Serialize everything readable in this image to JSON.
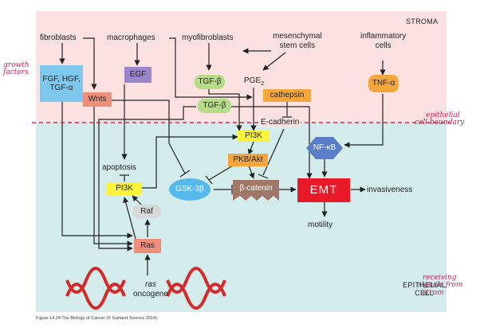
{
  "regions": {
    "stroma": "STROMA",
    "epithelial_cell": [
      "EPITHELIAL",
      "CELL"
    ]
  },
  "stroma_cells": {
    "fibroblasts": "fibroblasts",
    "macrophages": "macrophages",
    "myofibroblasts": "myofibroblasts",
    "mesenchymal_stem_cells": [
      "mesenchymal",
      "stem cells"
    ],
    "inflammatory_cells": [
      "inflammatory",
      "cells"
    ]
  },
  "factors": {
    "growth_factors": [
      "FGF, HGF,",
      "TGF-α"
    ],
    "egf": "EGF",
    "wnts": "Wnts",
    "tgfb_1": "TGF-β",
    "tgfb_2": "TGF-β",
    "pge2": "PGE",
    "pge2_sub": "2",
    "cathepsin": "cathepsin",
    "tnfa": "TNF-α",
    "e_cadherin": "E-cadherin"
  },
  "signaling": {
    "pi3k_upper": "PI3K",
    "pkb_akt": "PKB/Akt",
    "nfkb": "NF-κB",
    "apoptosis": "apoptosis",
    "pi3k_left": "PI3K",
    "gsk3b": "GSK-3β",
    "beta_catenin": "β-catenin",
    "emt": "EMT",
    "invasiveness": "invasiveness",
    "raf": "Raf",
    "motility": "motility",
    "ras": "Ras",
    "ras_oncogene_1": "ras",
    "ras_oncogene_2": "oncogene"
  },
  "annotations": {
    "growth_factors_note": [
      "growth",
      "factors"
    ],
    "boundary_note": [
      "epithelial",
      "cell boundary"
    ],
    "receiving_note": [
      "receiving",
      "signals from",
      "strom"
    ]
  },
  "caption": "Figure 14.24 The Biology of Cancer (© Garland Science 2014)",
  "colors": {
    "stroma_bg": "#fbe2e0",
    "epithelial_bg": "#d4ecec",
    "blue_box": "#7ec8ee",
    "purple_box": "#9a86c9",
    "green_box": "#b7dc87",
    "salmon_box": "#ee8f7b",
    "orange_box": "#f5a73c",
    "yellow_box": "#fbf23a",
    "nfkb_hex": "#5a7dc7",
    "gsk_ellipse": "#57b8ec",
    "catenin": "#a07868",
    "emt_box": "#e81a2a",
    "raf_box": "#d8d8d8",
    "dna_red": "#d42a2a",
    "annotation_pink": "#c0215a"
  }
}
